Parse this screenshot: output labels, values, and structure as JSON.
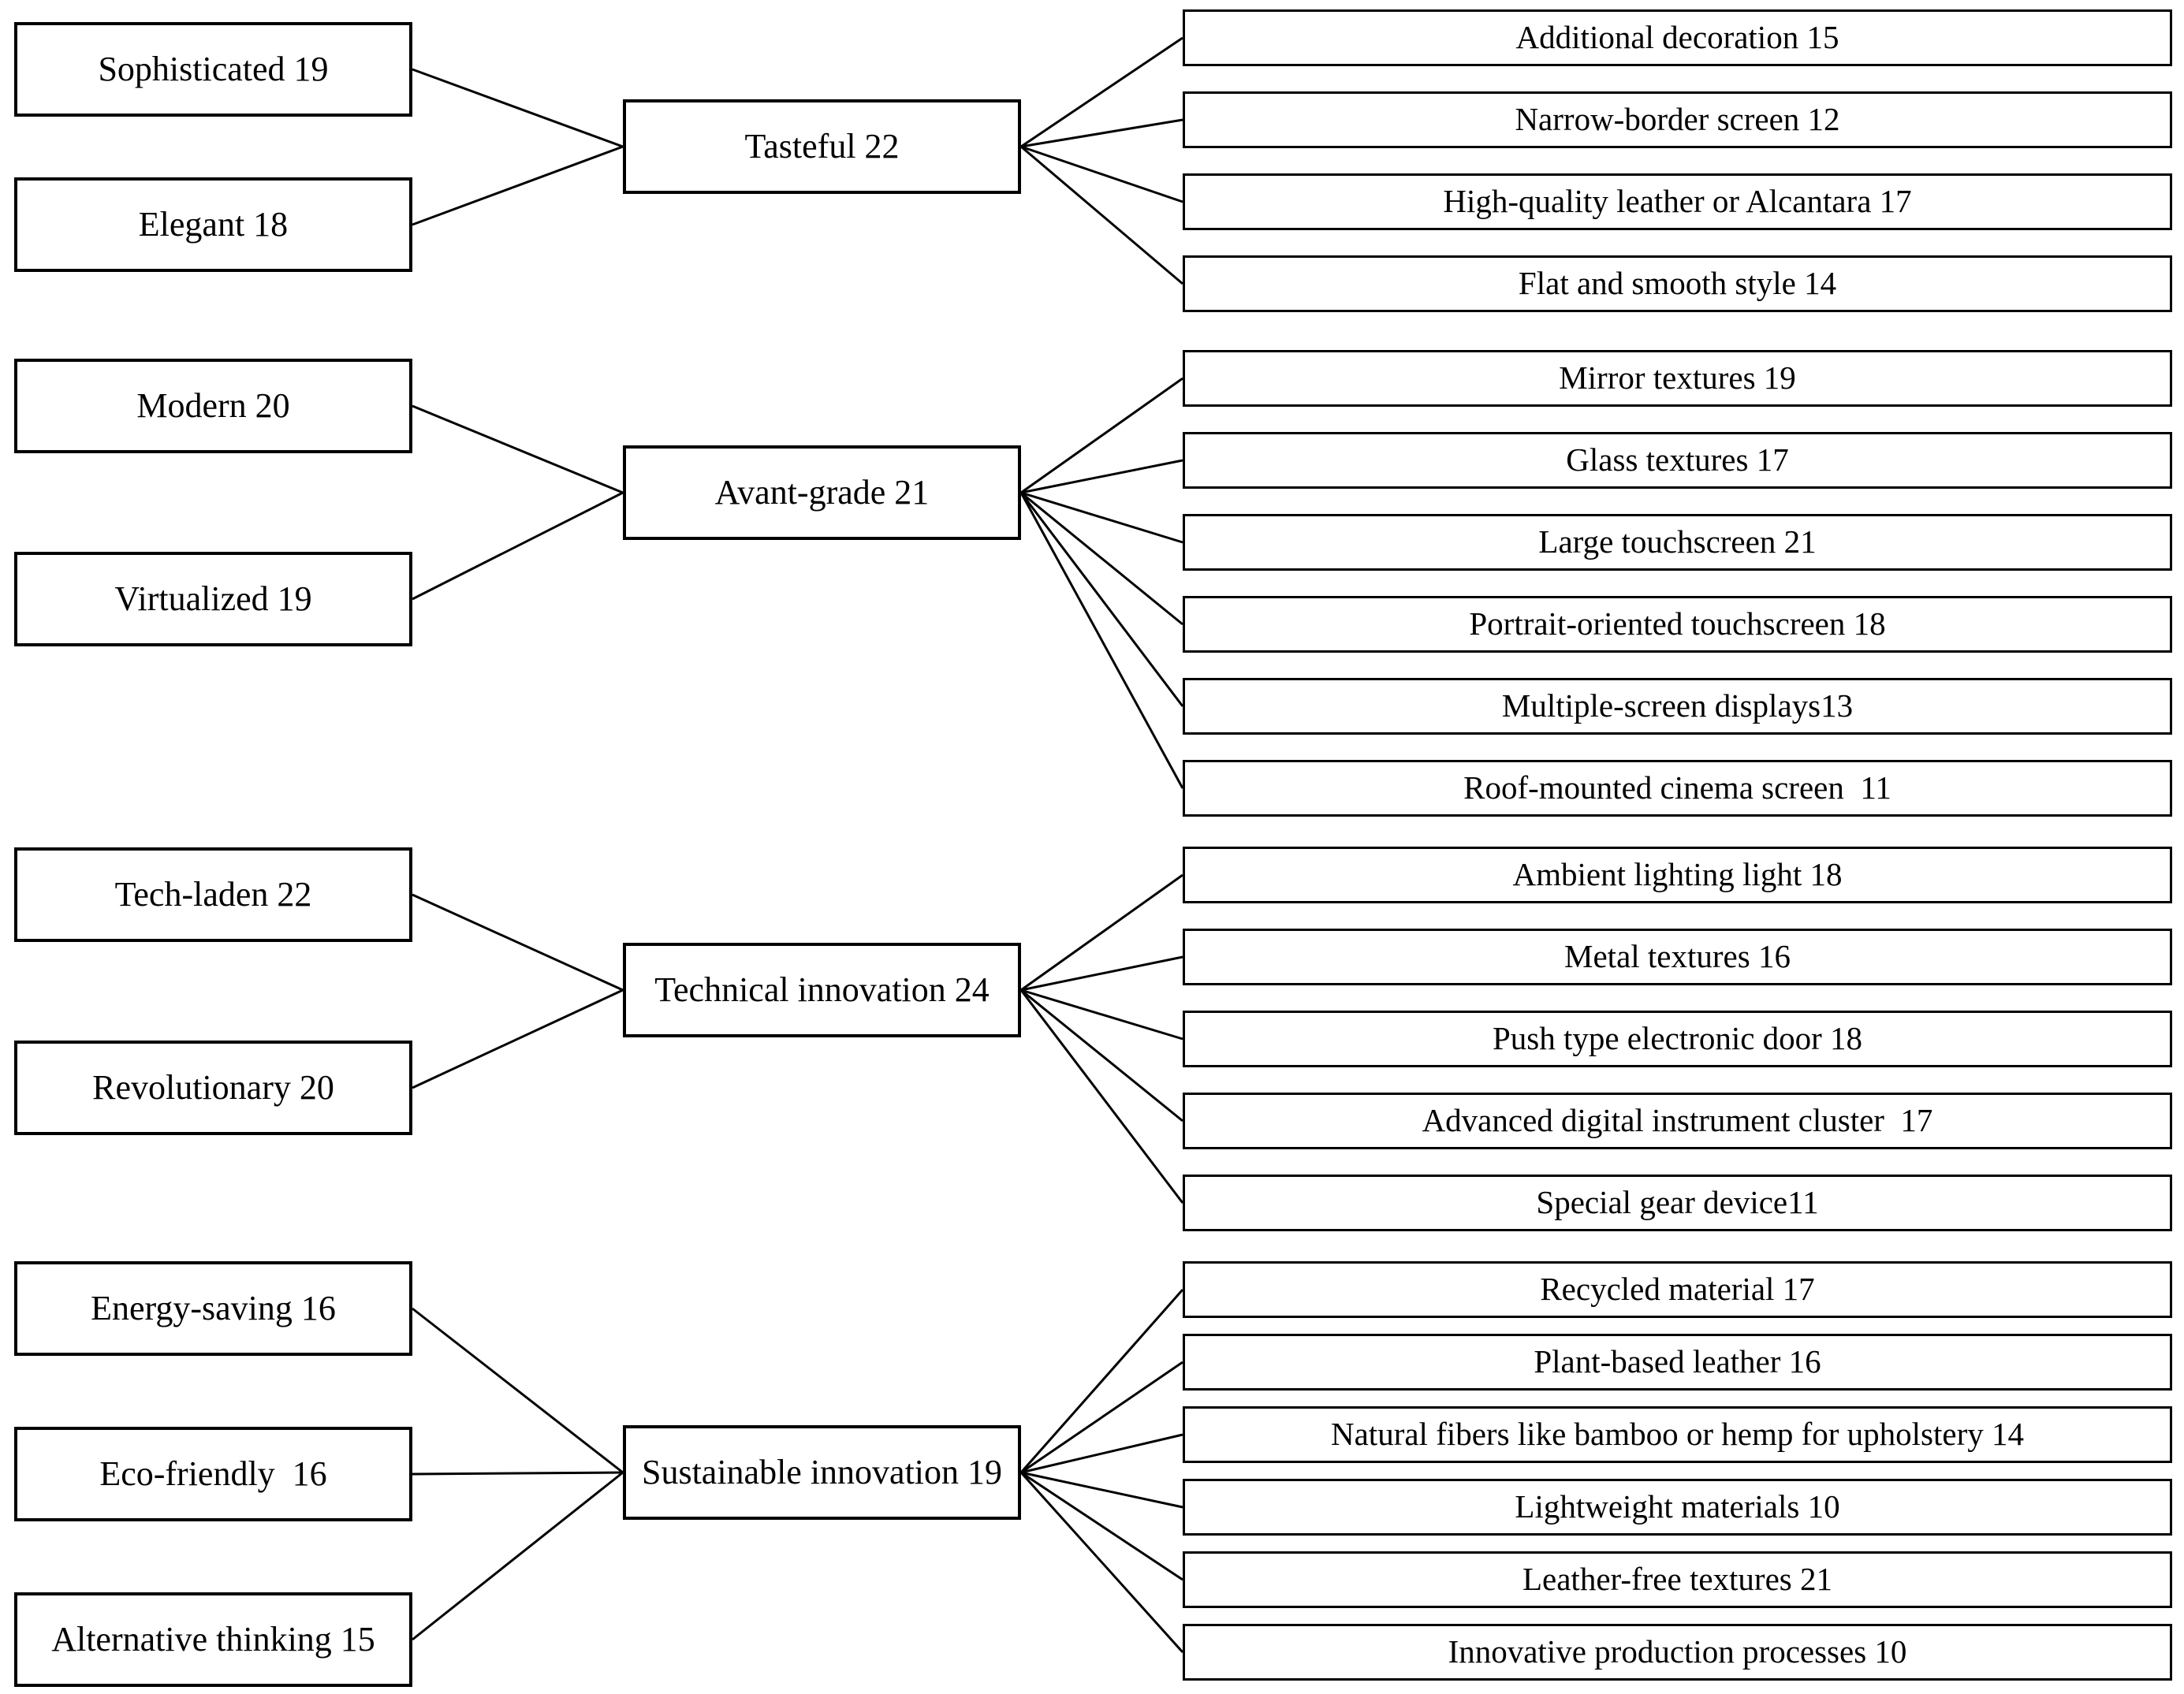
{
  "diagram": {
    "colors": {
      "background": "#ffffff",
      "box_fill": "#ffffff",
      "box_border": "#000000",
      "connector_line": "#000000",
      "text": "#000000"
    },
    "groups": [
      {
        "center": {
          "label": "Tasteful 22",
          "term": "Tasteful",
          "count": 22
        },
        "left": [
          {
            "label": "Sophisticated 19",
            "term": "Sophisticated",
            "count": 19
          },
          {
            "label": "Elegant 18",
            "term": "Elegant",
            "count": 18
          }
        ],
        "right": [
          {
            "label": "Additional decoration 15",
            "term": "Additional decoration",
            "count": 15
          },
          {
            "label": "Narrow-border screen 12",
            "term": "Narrow-border screen",
            "count": 12
          },
          {
            "label": "High-quality leather or Alcantara 17",
            "term": "High-quality leather or Alcantara",
            "count": 17
          },
          {
            "label": "Flat and smooth style 14",
            "term": "Flat and smooth style",
            "count": 14
          }
        ]
      },
      {
        "center": {
          "label": "Avant-grade 21",
          "term": "Avant-grade",
          "count": 21
        },
        "left": [
          {
            "label": "Modern 20",
            "term": "Modern",
            "count": 20
          },
          {
            "label": "Virtualized 19",
            "term": "Virtualized",
            "count": 19
          }
        ],
        "right": [
          {
            "label": "Mirror textures 19",
            "term": "Mirror textures",
            "count": 19
          },
          {
            "label": "Glass textures 17",
            "term": "Glass textures",
            "count": 17
          },
          {
            "label": "Large touchscreen 21",
            "term": "Large touchscreen",
            "count": 21
          },
          {
            "label": "Portrait-oriented touchscreen 18",
            "term": "Portrait-oriented touchscreen",
            "count": 18
          },
          {
            "label": "Multiple-screen displays13",
            "term": "Multiple-screen displays",
            "count": 13
          },
          {
            "label": "Roof-mounted cinema screen  11",
            "term": "Roof-mounted cinema screen",
            "count": 11
          }
        ]
      },
      {
        "center": {
          "label": "Technical innovation 24",
          "term": "Technical innovation",
          "count": 24
        },
        "left": [
          {
            "label": "Tech-laden 22",
            "term": "Tech-laden",
            "count": 22
          },
          {
            "label": "Revolutionary 20",
            "term": "Revolutionary",
            "count": 20
          }
        ],
        "right": [
          {
            "label": "Ambient lighting light 18",
            "term": "Ambient lighting light",
            "count": 18
          },
          {
            "label": "Metal textures 16",
            "term": "Metal textures",
            "count": 16
          },
          {
            "label": "Push type electronic door 18",
            "term": "Push type electronic door",
            "count": 18
          },
          {
            "label": "Advanced digital instrument cluster  17",
            "term": "Advanced digital instrument cluster",
            "count": 17
          },
          {
            "label": "Special gear device11",
            "term": "Special gear device",
            "count": 11
          }
        ]
      },
      {
        "center": {
          "label": "Sustainable innovation 19",
          "term": "Sustainable innovation",
          "count": 19
        },
        "left": [
          {
            "label": "Energy-saving 16",
            "term": "Energy-saving",
            "count": 16
          },
          {
            "label": "Eco-friendly  16",
            "term": "Eco-friendly",
            "count": 16
          },
          {
            "label": "Alternative thinking 15",
            "term": "Alternative thinking",
            "count": 15
          }
        ],
        "right": [
          {
            "label": "Recycled material 17",
            "term": "Recycled material",
            "count": 17
          },
          {
            "label": "Plant-based leather 16",
            "term": "Plant-based leather",
            "count": 16
          },
          {
            "label": "Natural fibers like bamboo or hemp for upholstery 14",
            "term": "Natural fibers like bamboo or hemp for upholstery",
            "count": 14
          },
          {
            "label": "Lightweight materials 10",
            "term": "Lightweight materials",
            "count": 10
          },
          {
            "label": "Leather-free textures 21",
            "term": "Leather-free textures",
            "count": 21
          },
          {
            "label": "Innovative production processes 10",
            "term": "Innovative production processes",
            "count": 10
          }
        ]
      }
    ]
  }
}
